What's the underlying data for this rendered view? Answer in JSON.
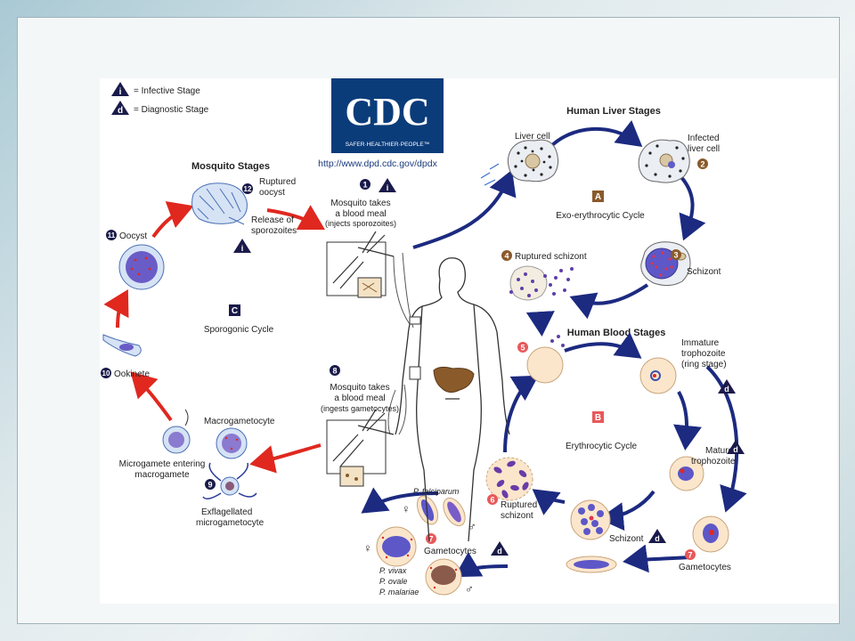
{
  "legend": {
    "infective_symbol": "i",
    "infective_label": "= Infective Stage",
    "diagnostic_symbol": "d",
    "diagnostic_label": "= Diagnostic Stage"
  },
  "logo": {
    "text": "CDC",
    "tagline": "SAFER·HEALTHIER·PEOPLE™",
    "url": "http://www.dpd.cdc.gov/dpdx"
  },
  "sections": {
    "mosquito": "Mosquito Stages",
    "liver": "Human Liver Stages",
    "blood": "Human Blood Stages"
  },
  "cycles": {
    "sporogonic_letter": "C",
    "sporogonic": "Sporogonic Cycle",
    "exo_letter": "A",
    "exo": "Exo-erythrocytic Cycle",
    "ery_letter": "B",
    "ery": "Erythrocytic Cycle"
  },
  "stages": {
    "s1_num": "1",
    "s1_line1": "Mosquito takes",
    "s1_line2": "a blood meal",
    "s1_line3": "(injects sporozoites)",
    "liver_cell": "Liver cell",
    "s2_num": "2",
    "s2_line1": "Infected",
    "s2_line2": "liver cell",
    "s3_num": "3",
    "s3": "Schizont",
    "s4_num": "4",
    "s4": "Ruptured schizont",
    "s5_num": "5",
    "imm_line1": "Immature",
    "imm_line2": "trophozoite",
    "imm_line3": "(ring stage)",
    "mat_line1": "Mature",
    "mat_line2": "trophozoite",
    "schizont": "Schizont",
    "s6_num": "6",
    "s6_line1": "Ruptured",
    "s6_line2": "schizont",
    "s7_num": "7",
    "gametocytes": "Gametocytes",
    "s7b_num": "7",
    "gametocytes_b": "Gametocytes",
    "p_falciparum": "P. falciparum",
    "p_vivax": "P. vivax",
    "p_ovale": "P. ovale",
    "p_malariae": "P. malariae",
    "s8_num": "8",
    "s8_line1": "Mosquito takes",
    "s8_line2": "a blood meal",
    "s8_line3": "(ingests gametocytes)",
    "macro": "Macrogametocyte",
    "s9_num": "9",
    "s9_line1": "Microgamete entering",
    "s9_line2": "macrogamete",
    "exfl_line1": "Exflagellated",
    "exfl_line2": "microgametocyte",
    "s10_num": "10",
    "s10": "Ookinete",
    "s11_num": "11",
    "s11": "Oocyst",
    "s12_num": "12",
    "s12_line1": "Ruptured",
    "s12_line2": "oocyst",
    "release_line1": "Release of",
    "release_line2": "sporozoites"
  },
  "symbols": {
    "female": "♀",
    "male": "♂",
    "infective": "i",
    "diagnostic": "d"
  },
  "colors": {
    "human_arrow": "#1c2a80",
    "mosquito_arrow": "#e0281f",
    "brown": "#8a5a2b",
    "pink": "#e8585a",
    "dark": "#1a1a4a"
  }
}
